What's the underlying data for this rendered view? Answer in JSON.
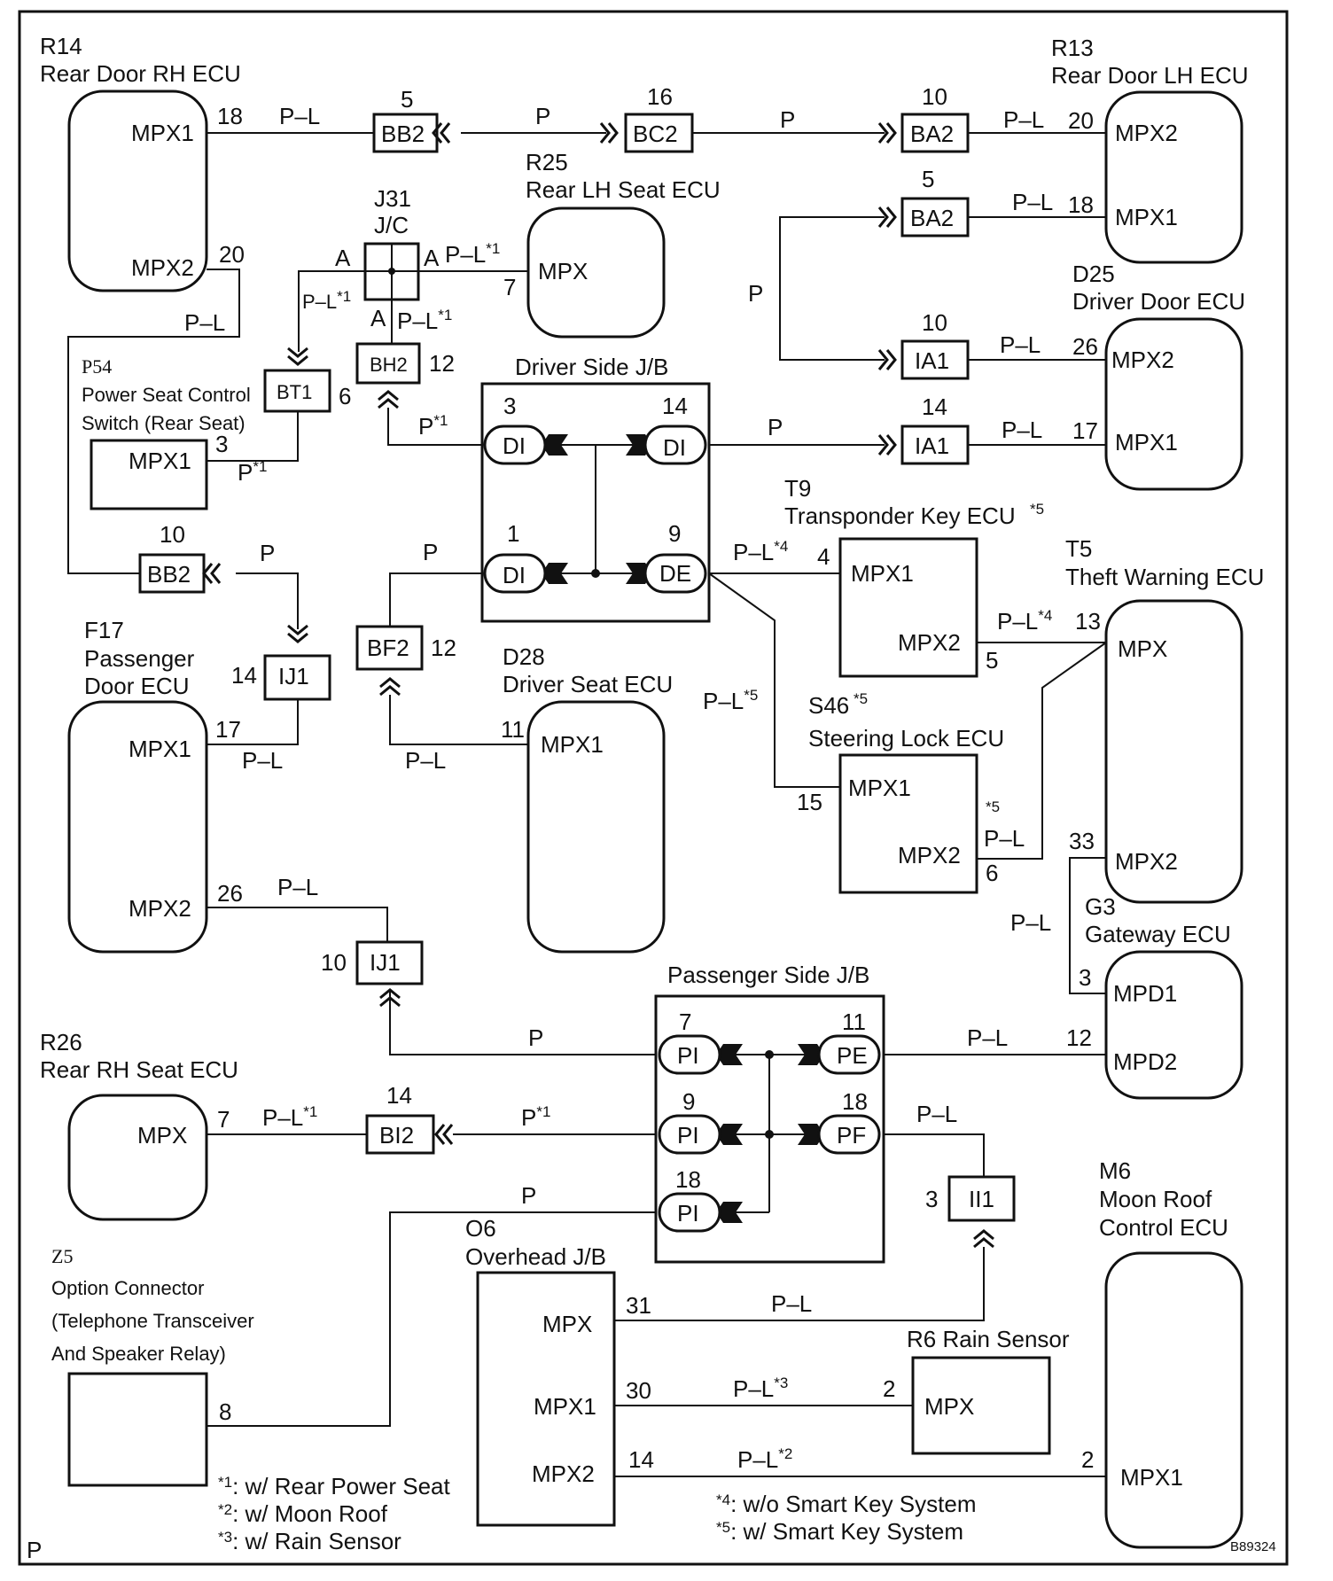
{
  "page_letter": "P",
  "figure_code": "B89324",
  "modules": {
    "r14": {
      "code": "R14",
      "name": "Rear Door RH ECU",
      "t1": "MPX1",
      "t2": "MPX2",
      "p1": "18",
      "p2": "20"
    },
    "r13": {
      "code": "R13",
      "name": "Rear Door LH ECU",
      "t1": "MPX2",
      "t2": "MPX1",
      "p1": "20",
      "p2": "18"
    },
    "r25": {
      "code": "R25",
      "name": "Rear LH Seat ECU",
      "t1": "MPX",
      "p1": "7"
    },
    "j31": {
      "code": "J31",
      "name": "J/C",
      "pinA": "A"
    },
    "d25": {
      "code": "D25",
      "name": "Driver Door ECU",
      "t1": "MPX2",
      "t2": "MPX1",
      "p1": "26",
      "p2": "17"
    },
    "p54": {
      "code": "P54",
      "line1": "Power Seat Control",
      "line2": "Switch (Rear Seat)",
      "t1": "MPX1",
      "p1": "3"
    },
    "djb": {
      "title": "Driver Side J/B",
      "c1": "DI",
      "c2": "DI",
      "c3": "DI",
      "c4": "DE",
      "p1": "3",
      "p2": "14",
      "p3": "1",
      "p4": "9"
    },
    "t9": {
      "code": "T9",
      "name": "Transponder Key ECU",
      "note": "*5",
      "t1": "MPX1",
      "t2": "MPX2",
      "p1": "4",
      "p2": "5"
    },
    "t5": {
      "code": "T5",
      "name": "Theft Warning ECU",
      "t1": "MPX",
      "t2": "MPX2",
      "p1": "13",
      "p2": "33"
    },
    "f17": {
      "code": "F17",
      "line1": "Passenger",
      "line2": "Door ECU",
      "t1": "MPX1",
      "t2": "MPX2",
      "p1": "17",
      "p2": "26"
    },
    "d28": {
      "code": "D28",
      "name": "Driver Seat ECU",
      "t1": "MPX1",
      "p1": "11"
    },
    "s46": {
      "code": "S46",
      "note": "*5",
      "name": "Steering Lock ECU",
      "t1": "MPX1",
      "t2": "MPX2",
      "p1": "15",
      "p2": "6",
      "p2note": "*5"
    },
    "g3": {
      "code": "G3",
      "name": "Gateway ECU",
      "t1": "MPD1",
      "t2": "MPD2",
      "p1": "3",
      "p2": "12"
    },
    "pjb": {
      "title": "Passenger Side J/B",
      "c1": "PI",
      "c2": "PE",
      "c3": "PI",
      "c4": "PF",
      "c5": "PI",
      "p1": "7",
      "p2": "11",
      "p3": "9",
      "p4": "18",
      "p5": "18"
    },
    "r26": {
      "code": "R26",
      "name": "Rear RH Seat ECU",
      "t1": "MPX",
      "p1": "7"
    },
    "m6": {
      "code": "M6",
      "line1": "Moon Roof",
      "line2": "Control ECU",
      "t1": "MPX1",
      "p1": "2"
    },
    "z5": {
      "code": "Z5",
      "line1": "Option Connector",
      "line2": "(Telephone Transceiver",
      "line3": "And Speaker Relay)",
      "p1": "8"
    },
    "o6": {
      "code": "O6",
      "name": "Overhead J/B",
      "t1": "MPX",
      "t2": "MPX1",
      "t3": "MPX2",
      "p1": "31",
      "p2": "30",
      "p3": "14"
    },
    "r6": {
      "name": "R6 Rain Sensor",
      "t1": "MPX",
      "p1": "2"
    }
  },
  "connectors": {
    "bb2_top": {
      "label": "BB2",
      "pin": "5"
    },
    "bc2": {
      "label": "BC2",
      "pin": "16"
    },
    "ba2_top": {
      "label": "BA2",
      "pin": "10"
    },
    "ba2_mid": {
      "label": "BA2",
      "pin": "5"
    },
    "ia1_top": {
      "label": "IA1",
      "pin": "10"
    },
    "ia1_bot": {
      "label": "IA1",
      "pin": "14"
    },
    "bt1": {
      "label": "BT1",
      "pin": "6"
    },
    "bh2": {
      "label": "BH2",
      "pin": "12"
    },
    "bb2_left": {
      "label": "BB2",
      "pin": "10"
    },
    "ij1_top": {
      "label": "IJ1",
      "pin": "14"
    },
    "bf2": {
      "label": "BF2",
      "pin": "12"
    },
    "ij1_bot": {
      "label": "IJ1",
      "pin": "10"
    },
    "bi2": {
      "label": "BI2",
      "pin": "14"
    },
    "ii1": {
      "label": "II1",
      "pin": "3"
    }
  },
  "wires": {
    "pl": "P–L",
    "p": "P",
    "pl1": "P–L",
    "p1": "P",
    "pl2": "P–L",
    "pl3": "P–L",
    "pl4": "P–L",
    "pl5": "P–L",
    "n1": "*1",
    "n2": "*2",
    "n3": "*3",
    "n4": "*4",
    "n5": "*5"
  },
  "notes": [
    {
      "mark": "*1",
      "text": ": w/ Rear Power Seat"
    },
    {
      "mark": "*2",
      "text": ": w/ Moon Roof"
    },
    {
      "mark": "*3",
      "text": ": w/ Rain Sensor"
    },
    {
      "mark": "*4",
      "text": ": w/o Smart Key System"
    },
    {
      "mark": "*5",
      "text": ": w/ Smart Key System"
    }
  ]
}
